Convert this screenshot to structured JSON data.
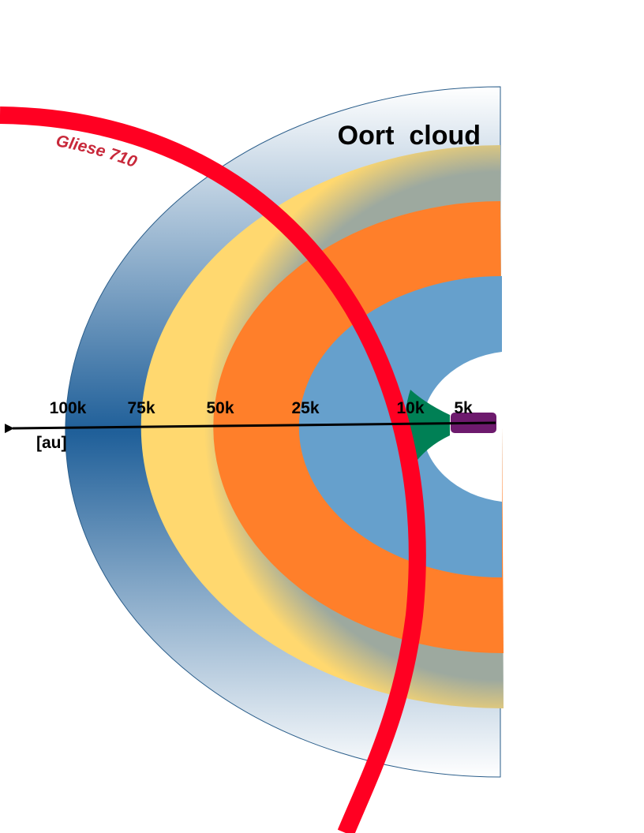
{
  "title": "Oort  cloud",
  "distance_axis": {
    "unit": "[au]",
    "ticks": [
      "100k",
      "75k",
      "50k",
      "25k",
      "10k",
      "5k"
    ]
  },
  "star_label": "Gliese 710",
  "colors": {
    "outer_shell": "#1f5f99",
    "outer_shell_light": "#ffffff",
    "yellow_band": "#ffd86f",
    "orange_band": "#ff7f2a",
    "inner_blue": "#66a0cc",
    "green_region": "#008055",
    "purple_region": "#6d1a6d",
    "gliese_orbit": "#ff0022",
    "gliese_text": "#c8283a"
  }
}
